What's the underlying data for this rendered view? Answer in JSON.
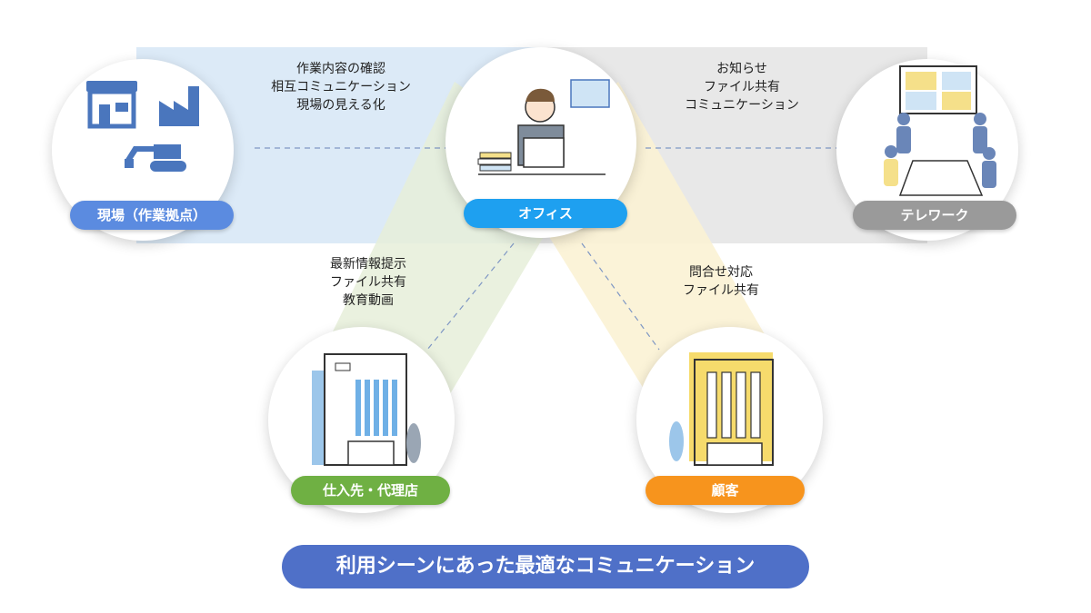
{
  "nodes": {
    "site": {
      "label": "現場（作業拠点）",
      "color": "#5b8be0"
    },
    "office": {
      "label": "オフィス",
      "color": "#1ea0f0"
    },
    "telework": {
      "label": "テレワーク",
      "color": "#9a9a9a"
    },
    "supplier": {
      "label": "仕入先・代理店",
      "color": "#6fb043"
    },
    "customer": {
      "label": "顧客",
      "color": "#f7941d"
    }
  },
  "links": {
    "site_office": [
      "作業内容の確認",
      "相互コミュニケーション",
      "現場の見える化"
    ],
    "office_telework": [
      "お知らせ",
      "ファイル共有",
      "コミュニケーション"
    ],
    "office_supplier": [
      "最新情報提示",
      "ファイル共有",
      "教育動画"
    ],
    "office_customer": [
      "問合せ対応",
      "ファイル共有"
    ]
  },
  "banner": "利用シーンにあった最適なコミュニケーション",
  "colors": {
    "band_blue": "#d6e6f6",
    "band_gray": "#e6e6e6",
    "band_green": "#e6efd9",
    "band_yellow": "#fbf2d4",
    "dash": "#7f97c4",
    "icon_blue": "#4a76bd"
  }
}
